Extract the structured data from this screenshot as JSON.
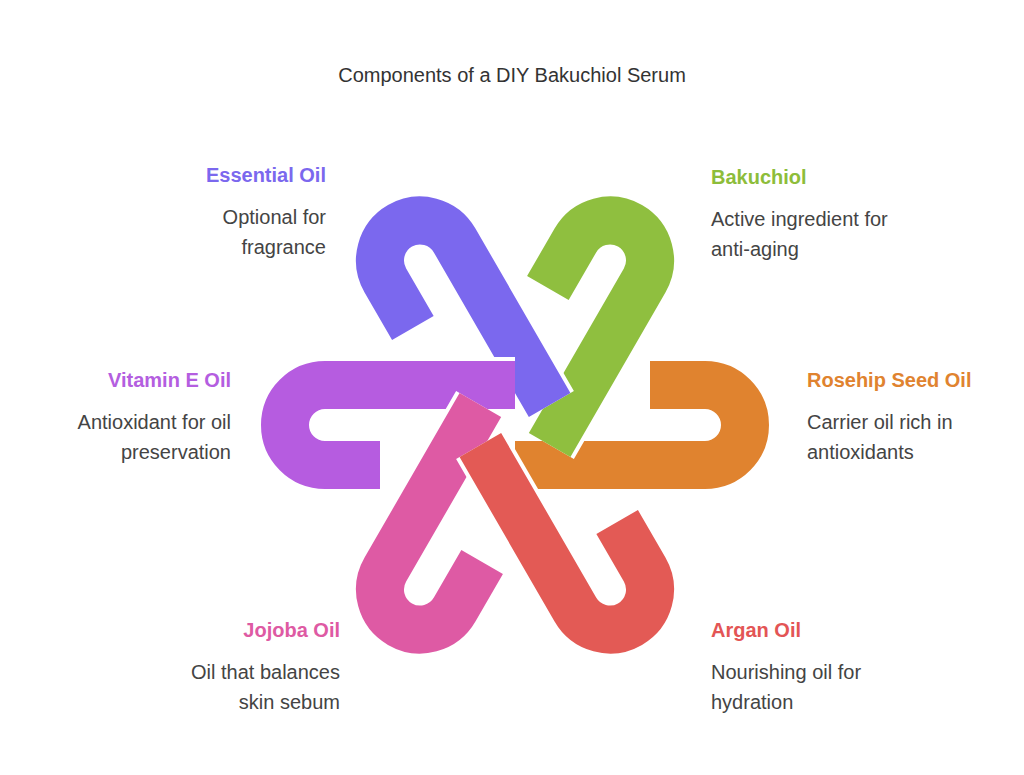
{
  "diagram": {
    "title": "Components of a DIY Bakuchiol Serum",
    "nodes": [
      {
        "text": [
          "Essential Oil",
          "Optional for fragrance"
        ]
      },
      {
        "text": [
          "Bakuchiol",
          "Active ingredient for anti-aging"
        ]
      },
      {
        "text": [
          "Vitamin E Oil",
          "Antioxidant for oil preservation"
        ]
      },
      {
        "text": [
          "Rosehip Seed Oil",
          "Carrier oil rich in antioxidants"
        ]
      },
      {
        "text": [
          "Jojoba Oil",
          "Oil that balances skin sebum"
        ]
      },
      {
        "text": [
          "Argan Oil",
          "Nourishing oil for hydration"
        ]
      }
    ]
  }
}
